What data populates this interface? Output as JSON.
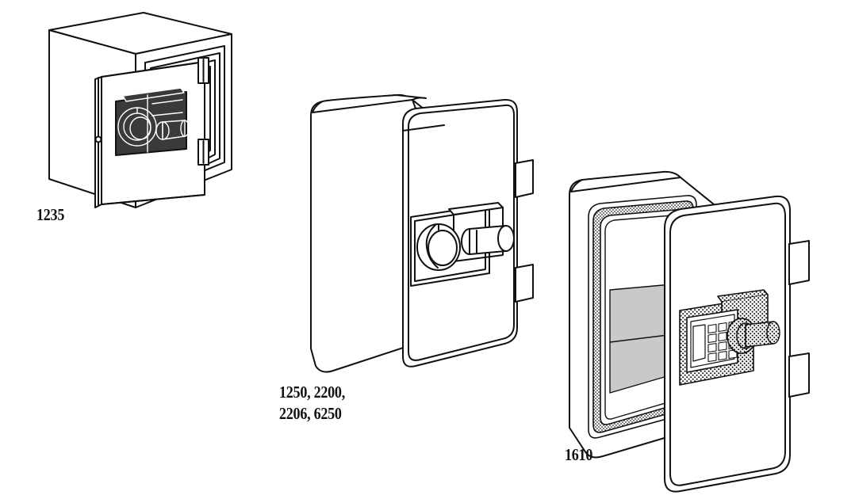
{
  "figure": {
    "type": "technical-line-illustration",
    "subject": "Security safes - product model identification diagram",
    "background_color": "#ffffff",
    "line_color": "#111111",
    "items": [
      {
        "id": "safe-1235",
        "caption": "1235",
        "description": "Box-shaped safe with square corners, door swung open to the right showing nested interior frame lines",
        "door_state": "open",
        "lock_type": "dial-combination-with-handle",
        "lock_panel_color": "#3a3a3a",
        "hinge_count": 2,
        "hinge_style": "barrel",
        "corner_style": "square"
      },
      {
        "id": "safe-1250-2200-2206-6250",
        "caption_lines": [
          "1250, 2200,",
          "2206, 6250"
        ],
        "caption": "1250, 2200, 2206, 6250",
        "description": "Closed cube safe with large rounded corners, raised escutcheon plate with dial knob and lever handle",
        "door_state": "closed",
        "lock_type": "dial-combination-with-lever-handle",
        "lock_panel_color": "#ffffff",
        "hinge_count": 2,
        "hinge_style": "flat-tab",
        "corner_style": "rounded"
      },
      {
        "id": "safe-1610",
        "caption": "1610",
        "description": "Rounded safe with door swung open showing gray interior with shelf, stippled gasket seal, and stippled electronic keypad panel",
        "door_state": "open",
        "lock_type": "electronic-keypad-with-handle",
        "keypad_rows": 4,
        "keypad_columns": 3,
        "interior_color": "#c9c9c9",
        "gasket_texture": "stippled",
        "hinge_count": 2,
        "hinge_style": "flat-plate",
        "corner_style": "rounded"
      }
    ]
  }
}
